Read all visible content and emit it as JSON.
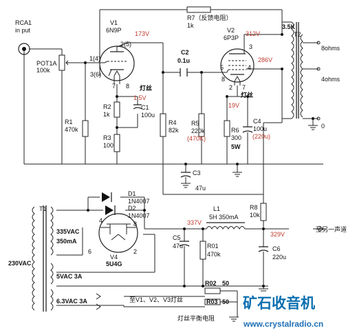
{
  "input": {
    "name": "RCA1",
    "sub": "in put"
  },
  "pot": {
    "name": "POT1A",
    "value": "100k"
  },
  "r1": {
    "name": "R1",
    "value": "470k"
  },
  "v1": {
    "name": "V1",
    "type": "6N9P",
    "pin1": "1(4)",
    "pin2": "2(5)",
    "pin3": "3(6)",
    "pin7": "7",
    "pin8": "8",
    "heater": "灯丝"
  },
  "v1_volt": {
    "plate": "173V",
    "cathode": "1.5V"
  },
  "r2": {
    "name": "R2",
    "value": "1k"
  },
  "c1": {
    "name": "C1",
    "value": "100u"
  },
  "r3": {
    "name": "R3",
    "value": "100"
  },
  "r7": {
    "name": "R7（反馈电阻）",
    "value": "1k"
  },
  "c2": {
    "name": "C2",
    "value": "0.1u"
  },
  "r4": {
    "name": "R4",
    "value": "82k"
  },
  "r5": {
    "name": "R5",
    "value": "220k",
    "alt": "(470K)"
  },
  "v2": {
    "name": "V2",
    "type": "6P3P",
    "pin3": "3",
    "pin4": "4",
    "pin5": "5",
    "pin2": "2",
    "pin7": "7",
    "pin8": "8",
    "heater": "灯丝"
  },
  "v2_volt": {
    "plate": "312V",
    "screen": "286V",
    "cathode": "19V"
  },
  "r6": {
    "name": "R6",
    "value": "300",
    "watt": "5W"
  },
  "c4": {
    "name": "C4",
    "value": "100u",
    "alt": "(220u)"
  },
  "t2": {
    "name": "T2",
    "value": "3.5K",
    "tap1": "8ohms",
    "tap2": "4ohms",
    "tap3": "0"
  },
  "c3": {
    "name": "C3",
    "value": "47u"
  },
  "t1": {
    "name": "T1",
    "primary": "230VAC",
    "hv": "335VAC",
    "hv_current": "350mA",
    "fil5": "5VAC 3A",
    "fil63": "6.3VAC 3A"
  },
  "d1": {
    "name": "D1",
    "part": "1N4007"
  },
  "d2": {
    "name": "D2",
    "part": "1N4007"
  },
  "v4": {
    "name": "V4",
    "type": "5U4G",
    "pin4": "4",
    "pin6": "6",
    "pin8": "8",
    "pin2": "2"
  },
  "l1": {
    "name": "L1",
    "value": "5H 350mA"
  },
  "psu_volt": {
    "in": "337V",
    "out": "329V"
  },
  "r8": {
    "name": "R8",
    "value": "10k"
  },
  "c5": {
    "name": "C5",
    "value": "47u"
  },
  "r01": {
    "name": "R01",
    "value": "470k"
  },
  "c6": {
    "name": "C6",
    "value": "220u"
  },
  "other_channel": "至另一声道",
  "r02": {
    "name": "R02",
    "value": "50"
  },
  "r03": {
    "name": "R03",
    "value": "50"
  },
  "heater_to": "至V1、V2、V3灯丝",
  "heater_balance": "灯丝平衡电阻",
  "brand": "矿石收音机",
  "url": "www.crystalradio.cn"
}
